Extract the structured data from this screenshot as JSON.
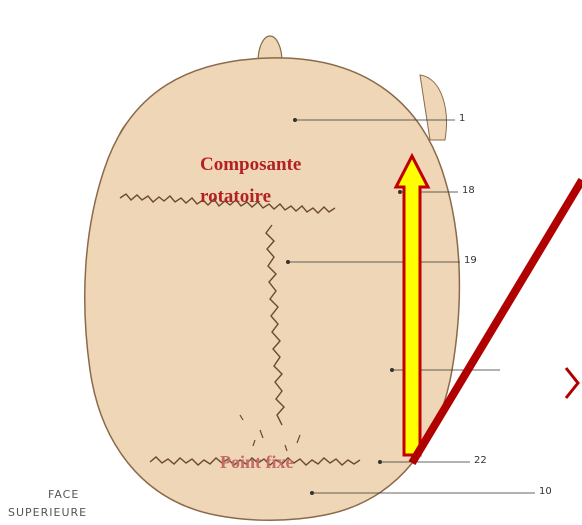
{
  "annotations": {
    "rotational_component_line1": "Composante",
    "rotational_component_line2": "rotatoire",
    "fixed_point": "Point fixe"
  },
  "view_label": {
    "line1": "FACE",
    "line2": "SUPERIEURE"
  },
  "callouts": [
    "1",
    "18",
    "19",
    "22",
    "10"
  ],
  "colors": {
    "skull_fill": "#efd6b6",
    "skull_outline": "#8a6a4a",
    "suture": "#6b4a2e",
    "arrow_fill": "#ffff00",
    "arrow_outline": "#c00000",
    "force_line": "#b00000",
    "annotation_text": "#b22222"
  }
}
